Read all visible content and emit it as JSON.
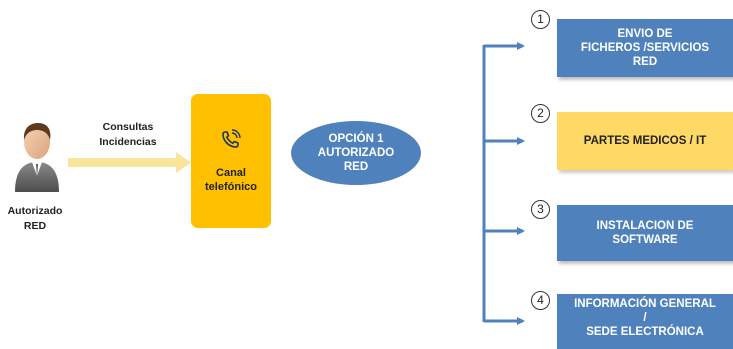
{
  "person": {
    "line1": "Autorizado",
    "line2": "RED"
  },
  "consultas": {
    "line1": "Consultas",
    "line2": "Incidencias"
  },
  "canal": {
    "line1": "Canal",
    "line2": "telefónico",
    "icon": "phone-icon"
  },
  "option": {
    "line1": "OPCIÓN 1",
    "line2": "AUTORIZADO",
    "line3": "RED"
  },
  "items": [
    {
      "number": "1",
      "label": "ENVIO DE\nFICHEROS  /SERVICIOS\nRED",
      "color": "#4F81BD"
    },
    {
      "number": "2",
      "label": "PARTES MEDICOS / IT",
      "color": "#FFD966"
    },
    {
      "number": "3",
      "label": "INSTALACION DE\nSOFTWARE",
      "color": "#4F81BD"
    },
    {
      "number": "4",
      "label": "INFORMACIÓN  GENERAL\n/\nSEDE ELECTRÓNICA",
      "color": "#4F81BD"
    }
  ],
  "colors": {
    "accent_blue": "#4F81BD",
    "canal_yellow": "#FFC000",
    "light_yellow": "#FFD966",
    "arrow_yellow": "#F9E59A"
  }
}
